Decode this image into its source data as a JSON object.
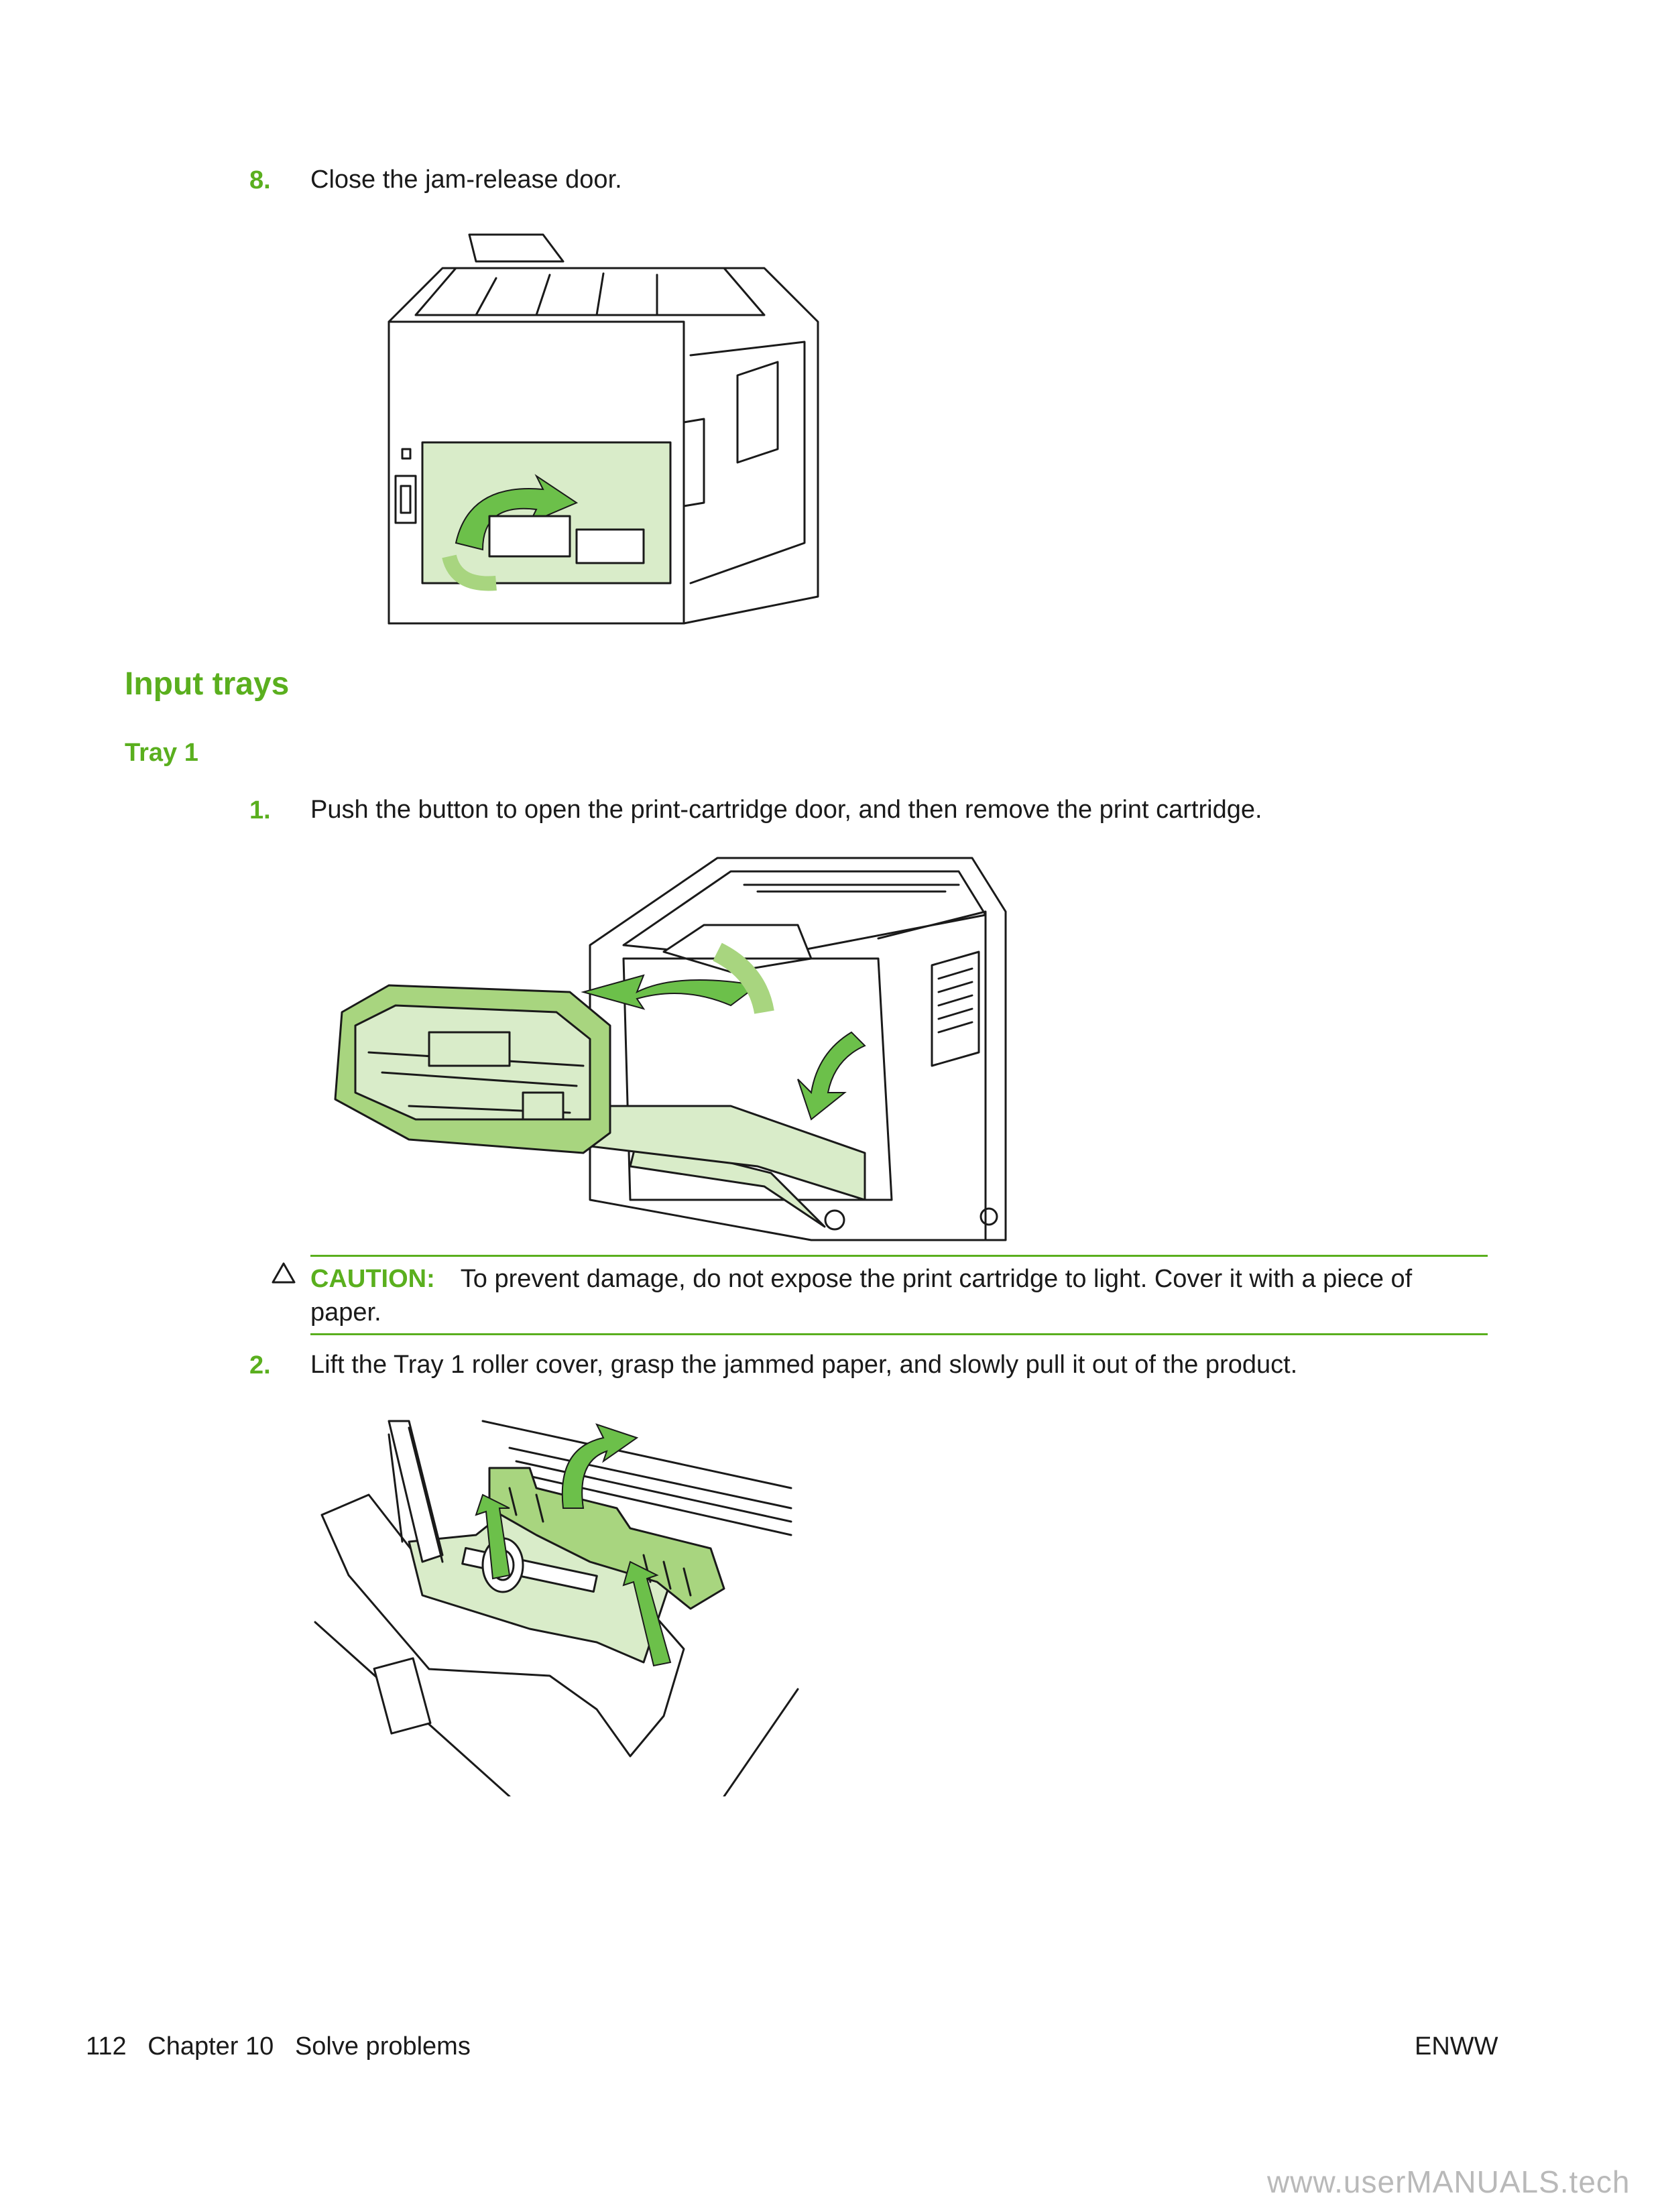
{
  "steps": {
    "step8": {
      "number": "8.",
      "text": "Close the jam-release door."
    },
    "step1": {
      "number": "1.",
      "text": "Push the button to open the print-cartridge door, and then remove the print cartridge."
    },
    "step2": {
      "number": "2.",
      "text": "Lift the Tray 1 roller cover, grasp the jammed paper, and slowly pull it out of the product."
    }
  },
  "headings": {
    "section": "Input trays",
    "subsection": "Tray 1"
  },
  "caution": {
    "icon": "warning-triangle-icon",
    "label": "CAUTION:",
    "text": "To prevent damage, do not expose the print cartridge to light. Cover it with a piece of paper."
  },
  "footer": {
    "left": "112   Chapter 10   Solve problems",
    "right": "ENWW"
  },
  "watermark": "www.userMANUALS.tech",
  "colors": {
    "accent_green": "#5aaf1e",
    "illustration_green": "#d9ecc9",
    "arrow_green": "#6cc04a"
  }
}
